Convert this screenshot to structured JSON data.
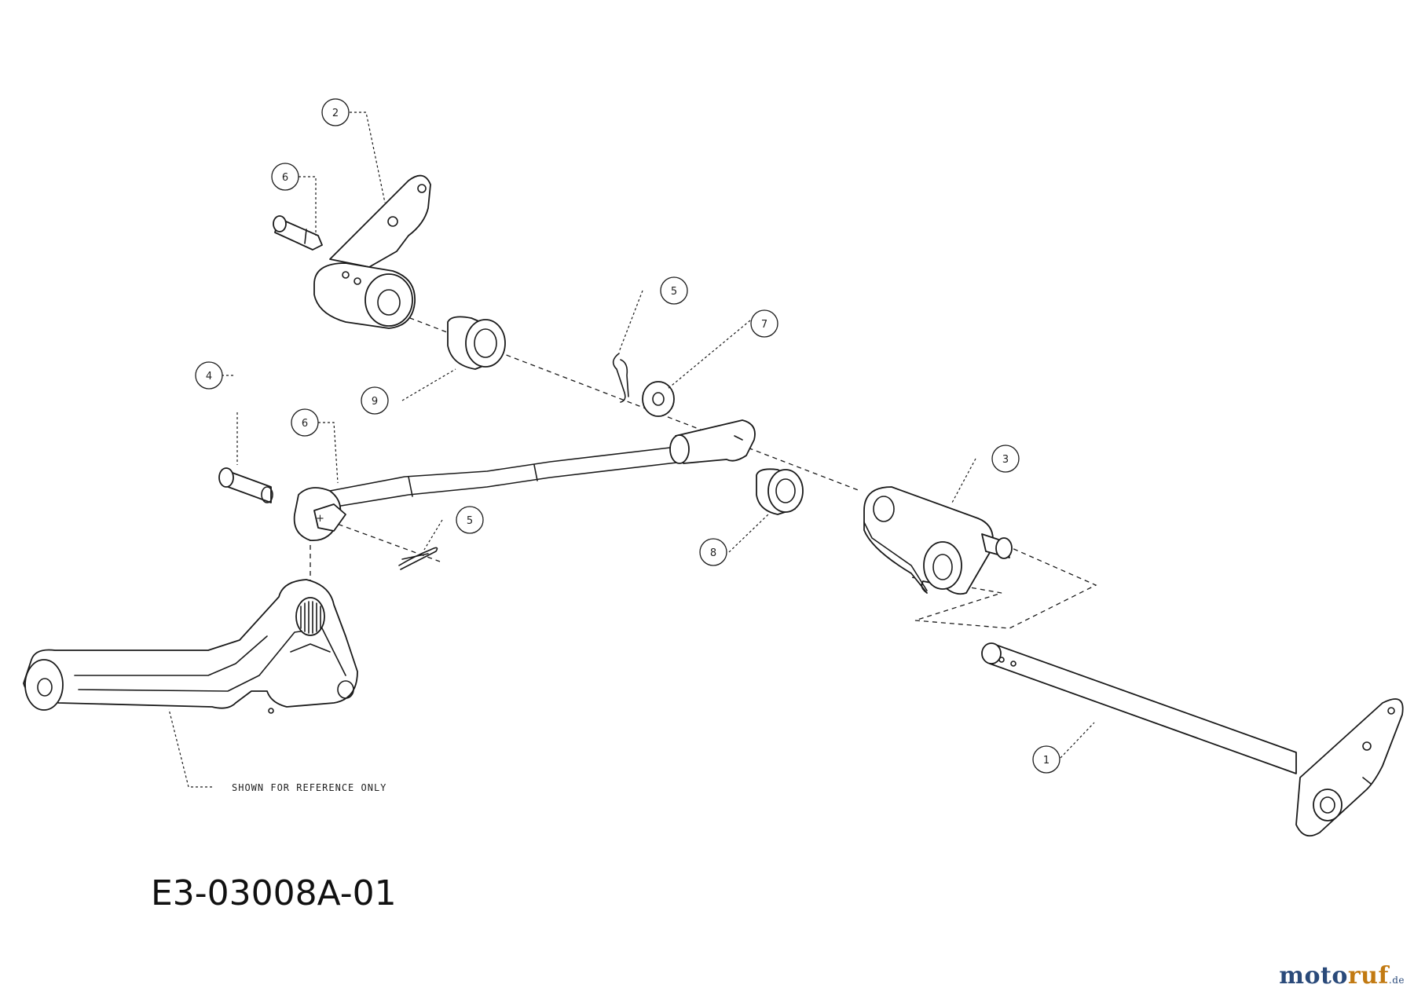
{
  "diagram": {
    "drawing_number": "E3-03008A-01",
    "reference_note": "SHOWN FOR REFERENCE ONLY",
    "callouts": [
      "2",
      "6",
      "5",
      "7",
      "9",
      "4",
      "6",
      "5",
      "3",
      "8",
      "1"
    ],
    "watermark": {
      "part_a": "moto",
      "part_b": "ruf",
      "tld": ".de"
    }
  }
}
